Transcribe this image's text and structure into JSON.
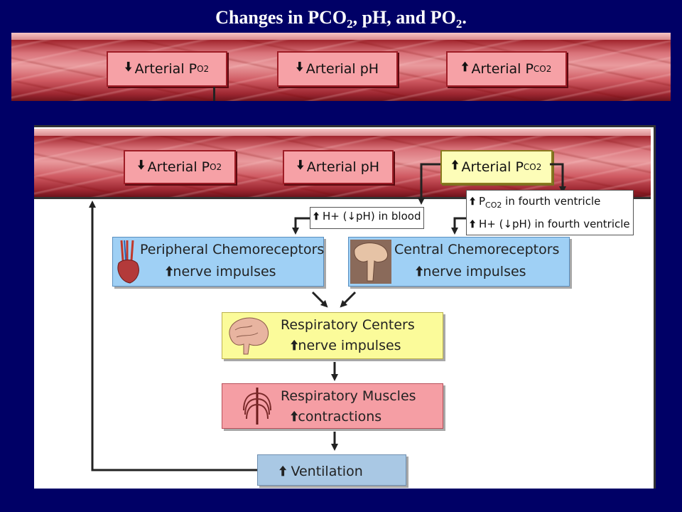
{
  "title": {
    "text": "Changes in PCO",
    "sub1": "2",
    "mid": ", pH, and PO",
    "sub2": "2",
    "end": "."
  },
  "top_band": {
    "po2": {
      "arrow": "🠫",
      "text": "Arterial P",
      "sub": "O2"
    },
    "ph": {
      "arrow": "🠫",
      "text": "Arterial pH"
    },
    "pco2": {
      "arrow": "🠩",
      "text": "Arterial P",
      "sub": "CO2"
    }
  },
  "diagram": {
    "band": {
      "po2": {
        "arrow": "🠫",
        "text": "Arterial P",
        "sub": "O2"
      },
      "ph": {
        "arrow": "🠫",
        "text": "Arterial pH"
      },
      "pco2": {
        "arrow": "🠩",
        "text": "Arterial P",
        "sub": "CO2"
      }
    },
    "blood_note": {
      "text": "H+ (↓pH) in blood"
    },
    "ventricle_note": {
      "line1": "P",
      "line1_sub": "CO2",
      "line1_rest": " in fourth ventricle",
      "line2": "H+ (↓pH) in fourth ventricle"
    },
    "peripheral": {
      "title": "Peripheral Chemoreceptors",
      "sub": "nerve impulses"
    },
    "central": {
      "title": "Central Chemoreceptors",
      "sub": "nerve impulses"
    },
    "centers": {
      "title": "Respiratory Centers",
      "sub": "nerve impulses"
    },
    "muscles": {
      "title": "Respiratory Muscles",
      "sub": "contractions"
    },
    "ventilation": {
      "title": "Ventilation"
    }
  },
  "colors": {
    "background": "#000066",
    "band": "#c94a53",
    "label_pink": "#f6a1a6",
    "label_yellow": "#fdfdb8",
    "box_blue": "#9fd0f5",
    "box_yellow": "#fbfb9a",
    "box_pink": "#f59ea4",
    "box_grey": "#a9c8e4"
  }
}
